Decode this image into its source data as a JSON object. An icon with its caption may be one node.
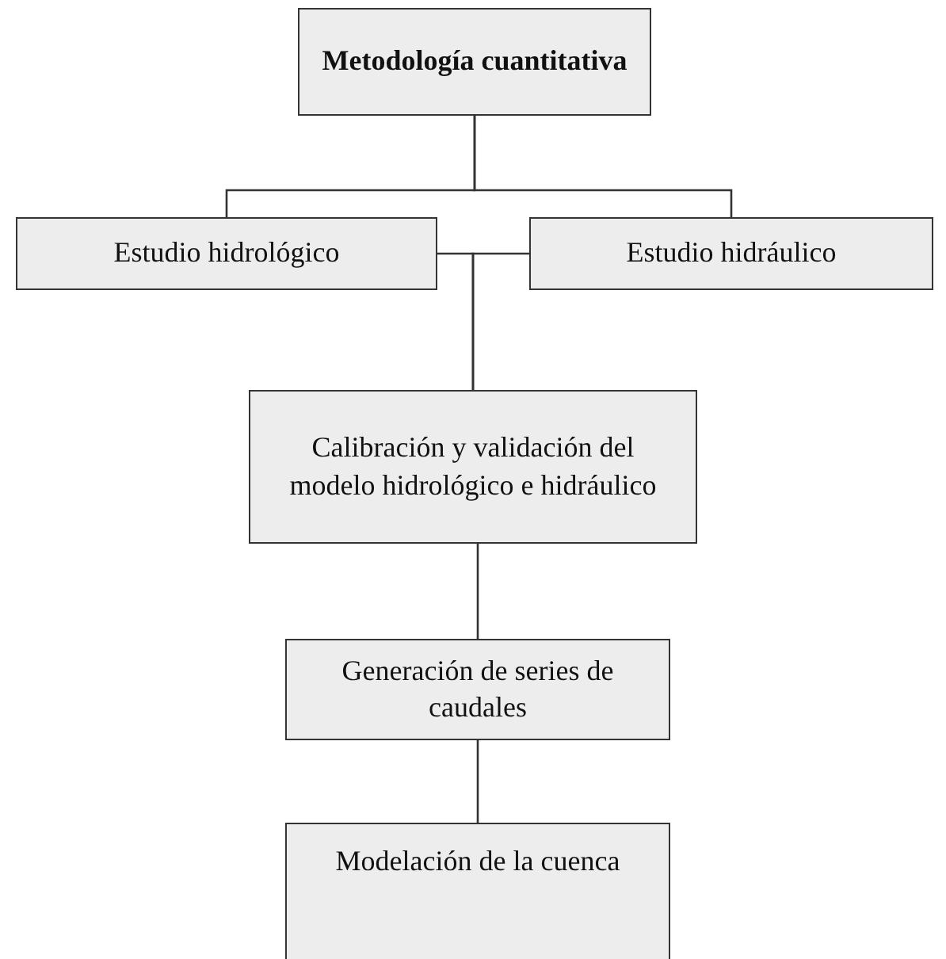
{
  "diagram": {
    "nodes": [
      {
        "text": [
          "Metodología cuantitativa"
        ]
      },
      {
        "text": [
          "Estudio hidrológico"
        ]
      },
      {
        "text": [
          "Estudio hidráulico"
        ]
      },
      {
        "text": [
          "Calibración y validación del modelo hidrológico e hidráulico"
        ]
      },
      {
        "text": [
          "Generación de series de caudales"
        ]
      },
      {
        "text": [
          "Modelación de la cuenca"
        ]
      }
    ],
    "edges": [
      {
        "from": 0,
        "to": 1,
        "arrow": "none"
      },
      {
        "from": 0,
        "to": 2,
        "arrow": "none"
      },
      {
        "from": 1,
        "to": 3,
        "arrow": "none"
      },
      {
        "from": 2,
        "to": 3,
        "arrow": "none"
      },
      {
        "from": 3,
        "to": 4,
        "arrow": "none"
      },
      {
        "from": 4,
        "to": 5,
        "arrow": "none"
      }
    ]
  }
}
